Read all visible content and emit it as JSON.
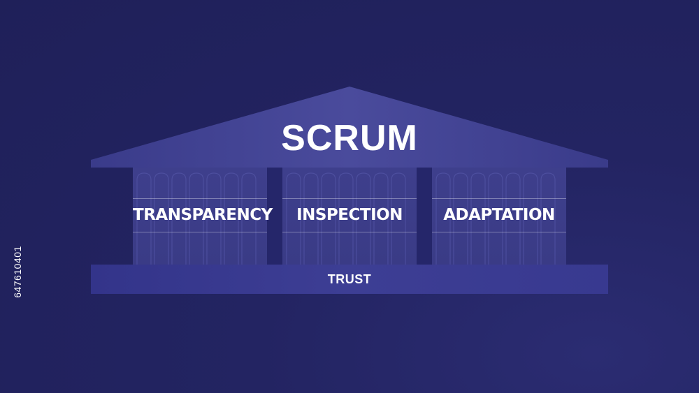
{
  "diagram": {
    "title": "SCRUM",
    "pillars": [
      {
        "label": "TRANSPARENCY"
      },
      {
        "label": "INSPECTION"
      },
      {
        "label": "ADAPTATION"
      }
    ],
    "foundation": {
      "label": "TRUST"
    }
  },
  "image_id_text": "647610401",
  "colors": {
    "background": "#232462",
    "roof": "#3e3f8e",
    "pillar": "#34357f",
    "base": "#3b3c8c"
  }
}
